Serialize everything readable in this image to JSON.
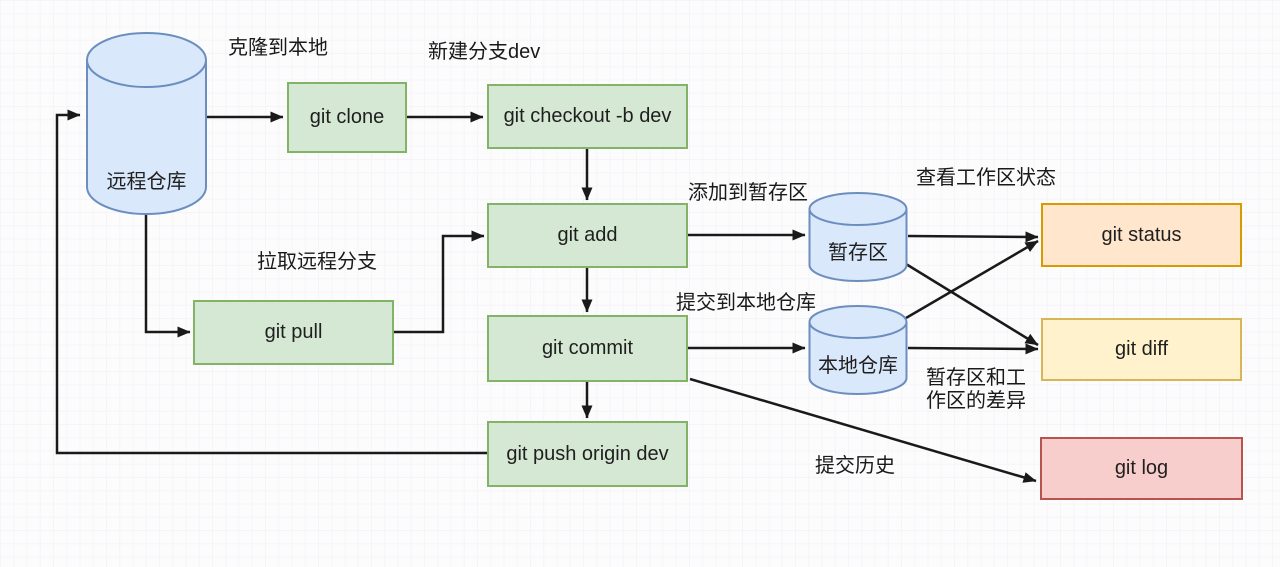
{
  "nodes": {
    "remote_repo": {
      "label": "远程仓库",
      "shape": "cylinder",
      "fill": "#dae8fc",
      "border": "#6c8ebf"
    },
    "git_clone": {
      "label": "git clone",
      "shape": "rect",
      "fill": "#d5e8d4",
      "border": "#82b366"
    },
    "git_checkout": {
      "label": "git checkout -b dev",
      "shape": "rect",
      "fill": "#d5e8d4",
      "border": "#82b366"
    },
    "git_add": {
      "label": "git add",
      "shape": "rect",
      "fill": "#d5e8d4",
      "border": "#82b366"
    },
    "git_commit": {
      "label": "git commit",
      "shape": "rect",
      "fill": "#d5e8d4",
      "border": "#82b366"
    },
    "git_push": {
      "label": "git push origin dev",
      "shape": "rect",
      "fill": "#d5e8d4",
      "border": "#82b366"
    },
    "git_pull": {
      "label": "git pull",
      "shape": "rect",
      "fill": "#d5e8d4",
      "border": "#82b366"
    },
    "staging_area": {
      "label": "暂存区",
      "shape": "cylinder",
      "fill": "#dae8fc",
      "border": "#6c8ebf"
    },
    "local_repo": {
      "label": "本地仓库",
      "shape": "cylinder",
      "fill": "#dae8fc",
      "border": "#6c8ebf"
    },
    "git_status": {
      "label": "git status",
      "shape": "rect",
      "fill": "#ffe6cc",
      "border": "#d79b00"
    },
    "git_diff": {
      "label": "git diff",
      "shape": "rect",
      "fill": "#fff2cc",
      "border": "#d6b656"
    },
    "git_log": {
      "label": "git log",
      "shape": "rect",
      "fill": "#f8cecc",
      "border": "#b85450"
    }
  },
  "annotations": {
    "clone_to_local": "克隆到本地",
    "new_branch_dev": "新建分支dev",
    "add_to_staging": "添加到暂存区",
    "view_workspace_status": "查看工作区状态",
    "pull_remote_branch": "拉取远程分支",
    "commit_to_local_repo": "提交到本地仓库",
    "staging_workspace_diff_line1": "暂存区和工",
    "staging_workspace_diff_line2": "作区的差异",
    "commit_history": "提交历史"
  },
  "edges": [
    {
      "from": "git_push",
      "to": "remote_repo"
    },
    {
      "from": "remote_repo",
      "to": "git_clone"
    },
    {
      "from": "git_clone",
      "to": "git_checkout"
    },
    {
      "from": "git_checkout",
      "to": "git_add"
    },
    {
      "from": "git_add",
      "to": "git_commit"
    },
    {
      "from": "git_commit",
      "to": "git_push"
    },
    {
      "from": "remote_repo",
      "to": "git_pull"
    },
    {
      "from": "git_pull",
      "to": "git_add"
    },
    {
      "from": "git_add",
      "to": "staging_area"
    },
    {
      "from": "git_commit",
      "to": "local_repo"
    },
    {
      "from": "staging_area",
      "to": "git_status"
    },
    {
      "from": "staging_area",
      "to": "git_diff"
    },
    {
      "from": "local_repo",
      "to": "git_status"
    },
    {
      "from": "local_repo",
      "to": "git_diff"
    },
    {
      "from": "git_commit",
      "to": "git_log"
    }
  ],
  "colors": {
    "connector": "#1a1a1a",
    "text": "#1f1f1f",
    "grid_major": "#e9e7ee",
    "grid_minor": "#f6f4f8",
    "background": "#fcfcfd"
  }
}
